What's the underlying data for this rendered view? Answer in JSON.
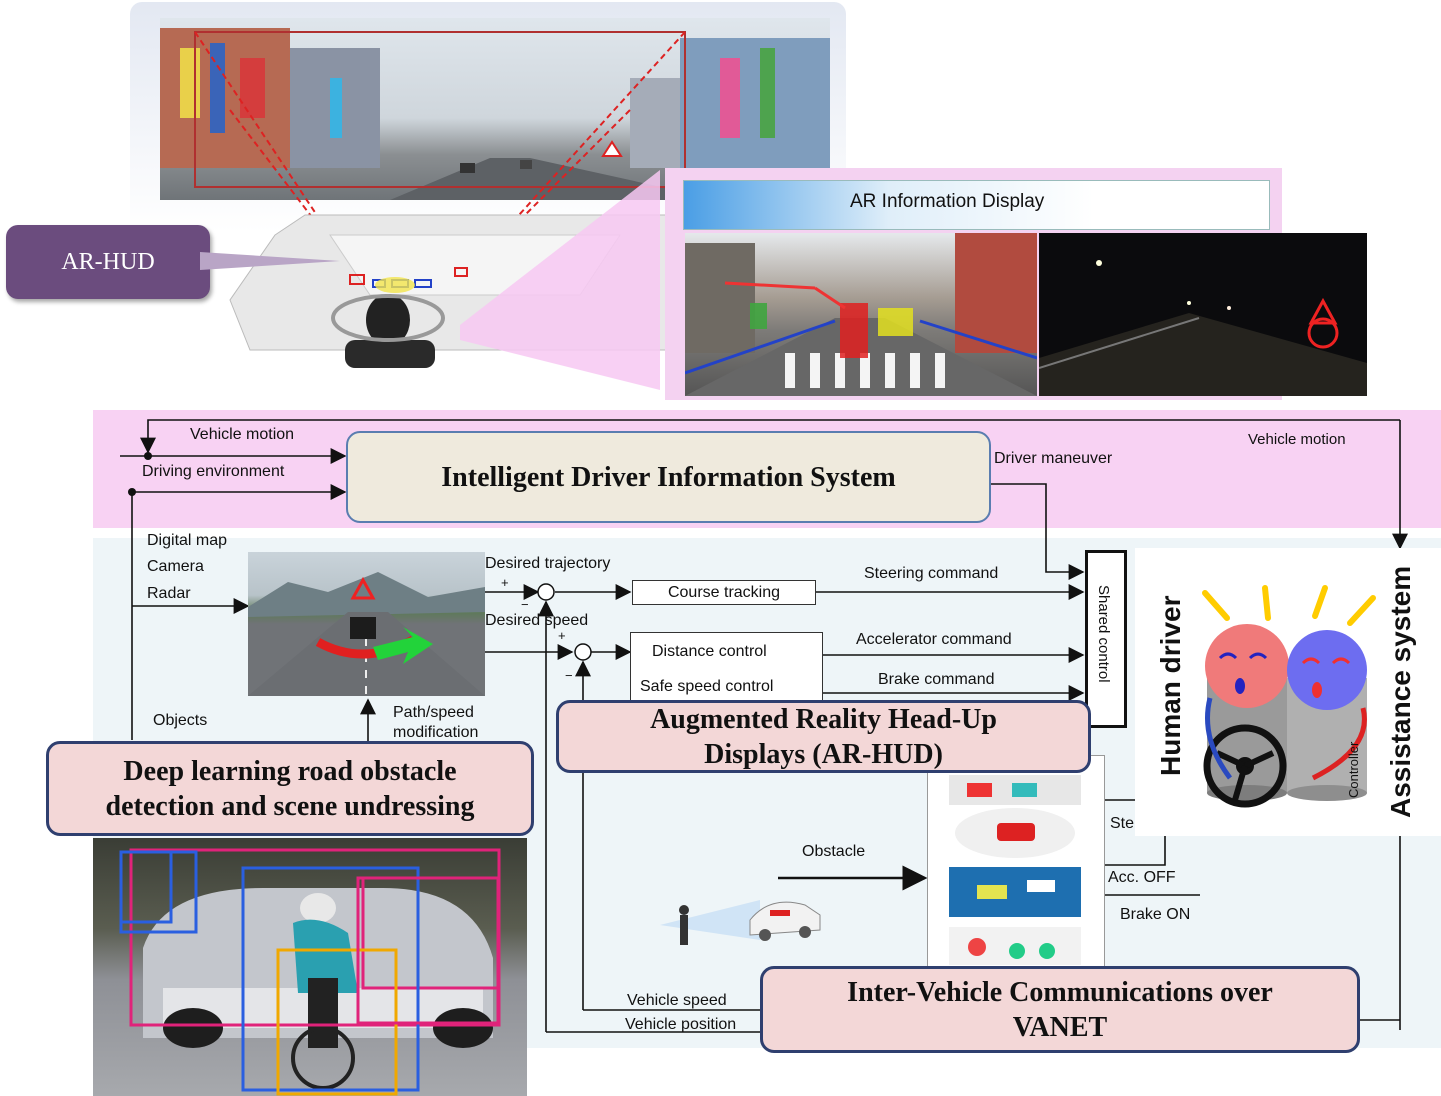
{
  "top_panel": {
    "ar_hud_label": "AR-HUD",
    "ar_info_display_title": "AR Information  Display"
  },
  "system_title": "Intelligent Driver Information System",
  "signals": {
    "vehicle_motion_left": "Vehicle motion",
    "driving_environment": "Driving environment",
    "driver_maneuver": "Driver maneuver",
    "vehicle_motion_right": "Vehicle motion"
  },
  "sensors": {
    "digital_map": "Digital map",
    "camera": "Camera",
    "radar": "Radar",
    "objects": "Objects",
    "path_speed_mod_1": "Path/speed",
    "path_speed_mod_2": "modification"
  },
  "control": {
    "desired_trajectory": "Desired trajectory",
    "desired_speed": "Desired speed",
    "plus_1": "+",
    "minus_1": "−",
    "plus_2": "+",
    "minus_2": "−",
    "course_tracking": "Course tracking",
    "distance_control": "Distance control",
    "safe_speed_control": "Safe speed control",
    "steering_command": "Steering command",
    "accelerator_command": "Accelerator command",
    "brake_command": "Brake command",
    "shared_control": "Shared control"
  },
  "driver_figure": {
    "human_driver": "Human driver",
    "assistance_system": "Assistance system",
    "controller_text": "Controller"
  },
  "lower_right": {
    "obstacle": "Obstacle",
    "steer_partial": "Ste",
    "acc_off": "Acc. OFF",
    "brake_on": "Brake ON",
    "vehicle_speed": "Vehicle speed",
    "vehicle_position": "Vehicle position"
  },
  "callouts": {
    "ar_hud_1": "Augmented Reality Head-Up",
    "ar_hud_2": "Displays (AR-HUD)",
    "deep_learning_1": "Deep learning road obstacle",
    "deep_learning_2": "detection and scene undressing",
    "vanet_1": "Inter-Vehicle  Communications over",
    "vanet_2": "VANET"
  },
  "colors": {
    "pink_band": "#f8d2f3",
    "light_blue_area": "#eef5f8",
    "callout_fill": "#f3d7d7",
    "callout_border": "#2f3f6f",
    "system_box_fill": "#efeadd",
    "ar_hud_tag": "#6b4c7e"
  }
}
